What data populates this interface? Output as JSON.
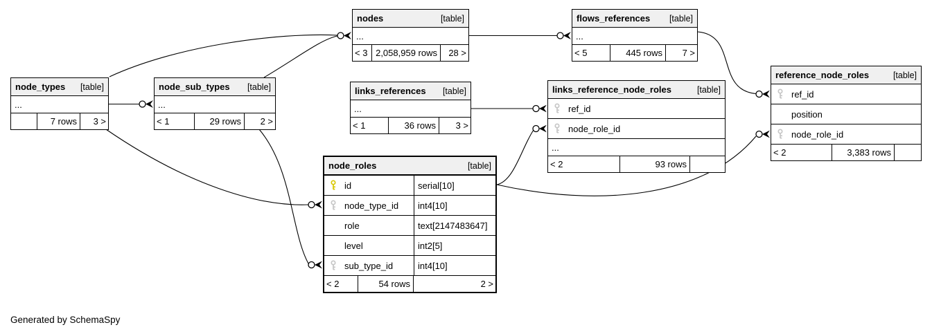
{
  "diagram": {
    "generator_note": "Generated by SchemaSpy"
  },
  "colors": {
    "header_bg": "#f0f0f0",
    "border": "#000000",
    "pk_key": "#d8c700",
    "fk_key": "#c6c6c6"
  },
  "tables": {
    "nodes": {
      "title": "nodes",
      "tag": "[table]",
      "ellipsis": "...",
      "footer": {
        "parents": "< 3",
        "rows": "2,058,959 rows",
        "children": "28 >"
      }
    },
    "flows_references": {
      "title": "flows_references",
      "tag": "[table]",
      "ellipsis": "...",
      "footer": {
        "parents": "< 5",
        "rows": "445 rows",
        "children": "7 >"
      }
    },
    "node_types": {
      "title": "node_types",
      "tag": "[table]",
      "ellipsis": "...",
      "footer": {
        "parents": "",
        "rows": "7 rows",
        "children": "3 >"
      }
    },
    "node_sub_types": {
      "title": "node_sub_types",
      "tag": "[table]",
      "ellipsis": "...",
      "footer": {
        "parents": "< 1",
        "rows": "29 rows",
        "children": "2 >"
      }
    },
    "links_references": {
      "title": "links_references",
      "tag": "[table]",
      "ellipsis": "...",
      "footer": {
        "parents": "< 1",
        "rows": "36 rows",
        "children": "3 >"
      }
    },
    "links_reference_node_roles": {
      "title": "links_reference_node_roles",
      "tag": "[table]",
      "ellipsis": "...",
      "columns": [
        {
          "name": "ref_id",
          "key": "fk"
        },
        {
          "name": "node_role_id",
          "key": "fk"
        }
      ],
      "footer": {
        "parents": "< 2",
        "rows": "93 rows",
        "children": ""
      }
    },
    "reference_node_roles": {
      "title": "reference_node_roles",
      "tag": "[table]",
      "columns": [
        {
          "name": "ref_id",
          "key": "fk"
        },
        {
          "name": "position",
          "key": ""
        },
        {
          "name": "node_role_id",
          "key": "fk"
        }
      ],
      "footer": {
        "parents": "< 2",
        "rows": "3,383 rows",
        "children": ""
      }
    },
    "node_roles": {
      "title": "node_roles",
      "tag": "[table]",
      "columns": [
        {
          "name": "id",
          "type": "serial[10]",
          "key": "pk"
        },
        {
          "name": "node_type_id",
          "type": "int4[10]",
          "key": "fk"
        },
        {
          "name": "role",
          "type": "text[2147483647]",
          "key": ""
        },
        {
          "name": "level",
          "type": "int2[5]",
          "key": ""
        },
        {
          "name": "sub_type_id",
          "type": "int4[10]",
          "key": "fk"
        }
      ],
      "footer": {
        "parents": "< 2",
        "rows": "54 rows",
        "children": "2 >"
      }
    }
  }
}
